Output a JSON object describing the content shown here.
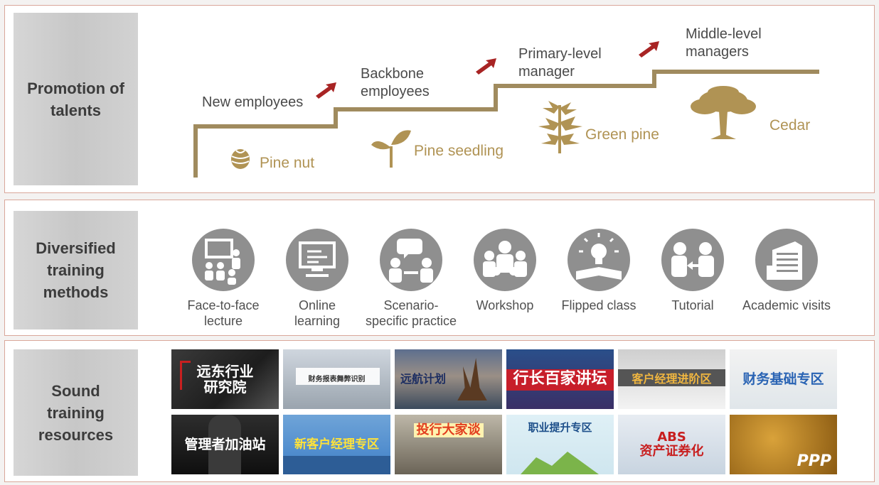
{
  "promotion": {
    "label_lines": [
      "Promotion of",
      "talents"
    ],
    "roles": [
      {
        "lines": [
          "New employees"
        ]
      },
      {
        "lines": [
          "Backbone",
          "employees"
        ]
      },
      {
        "lines": [
          "Primary-level",
          "manager"
        ]
      },
      {
        "lines": [
          "Middle-level",
          "managers"
        ]
      }
    ],
    "stages": [
      {
        "name": "Pine nut",
        "icon": "pine-nut-icon"
      },
      {
        "name": "Pine seedling",
        "icon": "seedling-icon"
      },
      {
        "name": "Green pine",
        "icon": "green-pine-icon"
      },
      {
        "name": "Cedar",
        "icon": "cedar-tree-icon"
      }
    ],
    "colors": {
      "stair": "#a08b5e",
      "arrow": "#a82424",
      "stage_text": "#b09354"
    }
  },
  "methods": {
    "label_lines": [
      "Diversified",
      "training",
      "methods"
    ],
    "items": [
      {
        "lines": [
          "Face-to-face",
          "lecture"
        ],
        "icon": "lecture-icon"
      },
      {
        "lines": [
          "Online",
          "learning"
        ],
        "icon": "computer-monitor-icon"
      },
      {
        "lines": [
          "Scenario-",
          "specific practice"
        ],
        "icon": "discussion-icon"
      },
      {
        "lines": [
          "Workshop"
        ],
        "icon": "group-meeting-icon"
      },
      {
        "lines": [
          "Flipped class"
        ],
        "icon": "lightbulb-book-icon"
      },
      {
        "lines": [
          "Tutorial"
        ],
        "icon": "mentoring-icon"
      },
      {
        "lines": [
          "Academic visits"
        ],
        "icon": "building-icon"
      }
    ]
  },
  "resources": {
    "label_lines": [
      "Sound",
      "training",
      "resources"
    ],
    "tiles": [
      {
        "text": "远东行业\n研究院"
      },
      {
        "text": "财务报表舞弊识别"
      },
      {
        "text": "远航计划"
      },
      {
        "text": "行长百家讲坛"
      },
      {
        "text": "客户经理进阶区"
      },
      {
        "text": "财务基础专区"
      },
      {
        "text": "管理者加油站"
      },
      {
        "text": "新客户经理专区"
      },
      {
        "text": "投行大家谈"
      },
      {
        "text": "职业提升专区"
      },
      {
        "text": "ABS\n资产证券化"
      },
      {
        "text": "PPP"
      }
    ]
  }
}
